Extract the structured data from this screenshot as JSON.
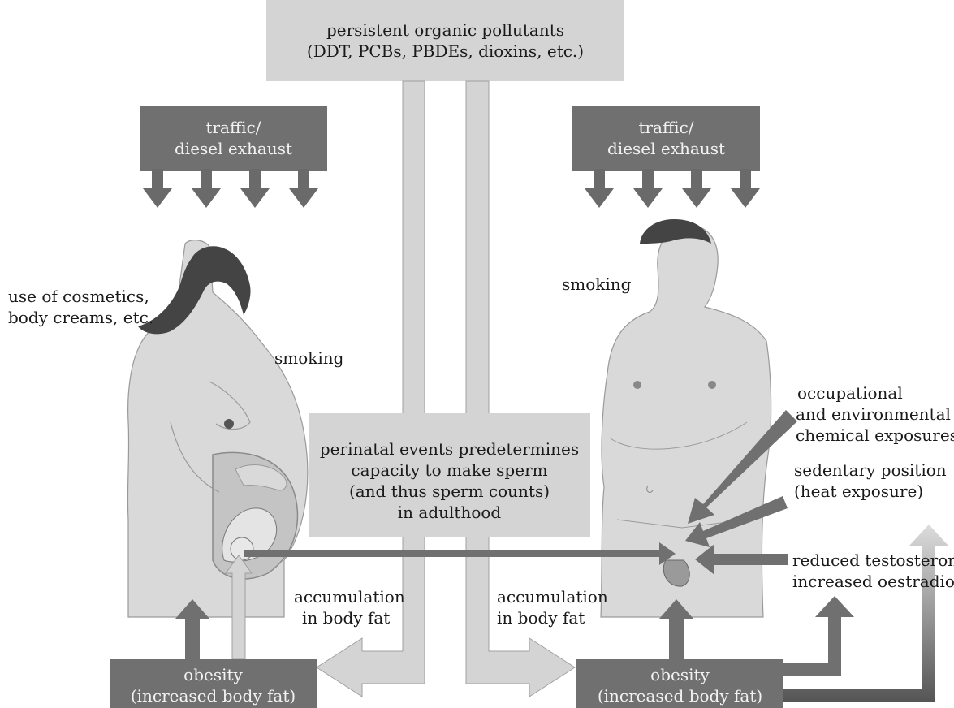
{
  "pollutants_box": {
    "line1": "persistent organic pollutants",
    "line2": "(DDT, PCBs, PBDEs, dioxins, etc.)"
  },
  "traffic_left": {
    "line1": "traffic/",
    "line2": "diesel exhaust"
  },
  "traffic_right": {
    "line1": "traffic/",
    "line2": "diesel exhaust"
  },
  "cosmetics": {
    "line1": "use of cosmetics,",
    "line2": "body creams, etc."
  },
  "smoking_female": "smoking",
  "smoking_male": "smoking",
  "perinatal_box": {
    "line1": "perinatal events predetermines",
    "line2": "capacity to make sperm",
    "line3": "(and thus sperm counts)",
    "line4": "in adulthood"
  },
  "accumulation_left": {
    "line1": "accumulation",
    "line2": "in body fat"
  },
  "accumulation_right": {
    "line1": "accumulation",
    "line2": "in body fat"
  },
  "occupational": {
    "line1": "occupational",
    "line2": "and environmental",
    "line3": "chemical exposures"
  },
  "sedentary": {
    "line1": "sedentary position",
    "line2": "(heat exposure)"
  },
  "hormones": {
    "line1": "reduced testosterone",
    "line2": "increased oestradiol"
  },
  "obesity_left": {
    "line1": "obesity",
    "line2": "(increased body fat)"
  },
  "obesity_right": {
    "line1": "obesity",
    "line2": "(increased body fat)"
  },
  "colors": {
    "dark_box": "#707070",
    "light_box": "#d4d4d4",
    "figure_skin": "#d9d9d9",
    "hair": "#444444",
    "outline": "#9a9a9a",
    "text": "#1a1a1a"
  }
}
